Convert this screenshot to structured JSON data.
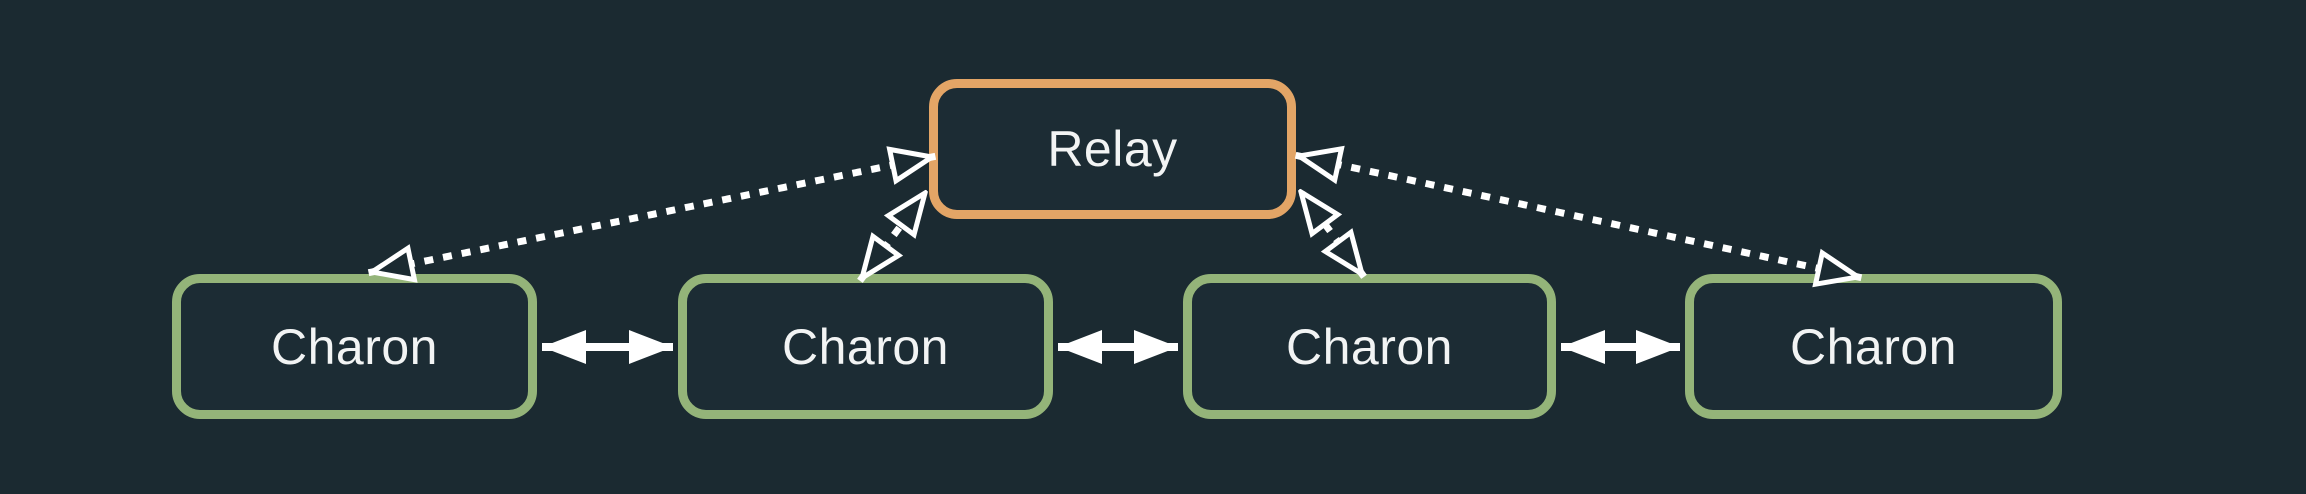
{
  "diagram": {
    "nodes": {
      "relay": {
        "label": "Relay",
        "type": "relay"
      },
      "charon_1": {
        "label": "Charon",
        "type": "charon"
      },
      "charon_2": {
        "label": "Charon",
        "type": "charon"
      },
      "charon_3": {
        "label": "Charon",
        "type": "charon"
      },
      "charon_4": {
        "label": "Charon",
        "type": "charon"
      }
    },
    "edges": [
      {
        "from": "relay",
        "to": "charon_1",
        "style": "dotted",
        "arrows": "both",
        "arrowhead": "open-triangle"
      },
      {
        "from": "relay",
        "to": "charon_2",
        "style": "dotted",
        "arrows": "both",
        "arrowhead": "open-triangle"
      },
      {
        "from": "relay",
        "to": "charon_3",
        "style": "dotted",
        "arrows": "both",
        "arrowhead": "open-triangle"
      },
      {
        "from": "relay",
        "to": "charon_4",
        "style": "dotted",
        "arrows": "both",
        "arrowhead": "open-triangle"
      },
      {
        "from": "charon_1",
        "to": "charon_2",
        "style": "solid",
        "arrows": "both",
        "arrowhead": "filled-triangle"
      },
      {
        "from": "charon_2",
        "to": "charon_3",
        "style": "solid",
        "arrows": "both",
        "arrowhead": "filled-triangle"
      },
      {
        "from": "charon_3",
        "to": "charon_4",
        "style": "solid",
        "arrows": "both",
        "arrowhead": "filled-triangle"
      }
    ],
    "colors": {
      "background": "#1b2a31",
      "node_fill": "#1c2c34",
      "relay_border": "#e3a566",
      "charon_border": "#94b479",
      "text": "#f2f4f4",
      "arrow": "#ffffff"
    }
  }
}
